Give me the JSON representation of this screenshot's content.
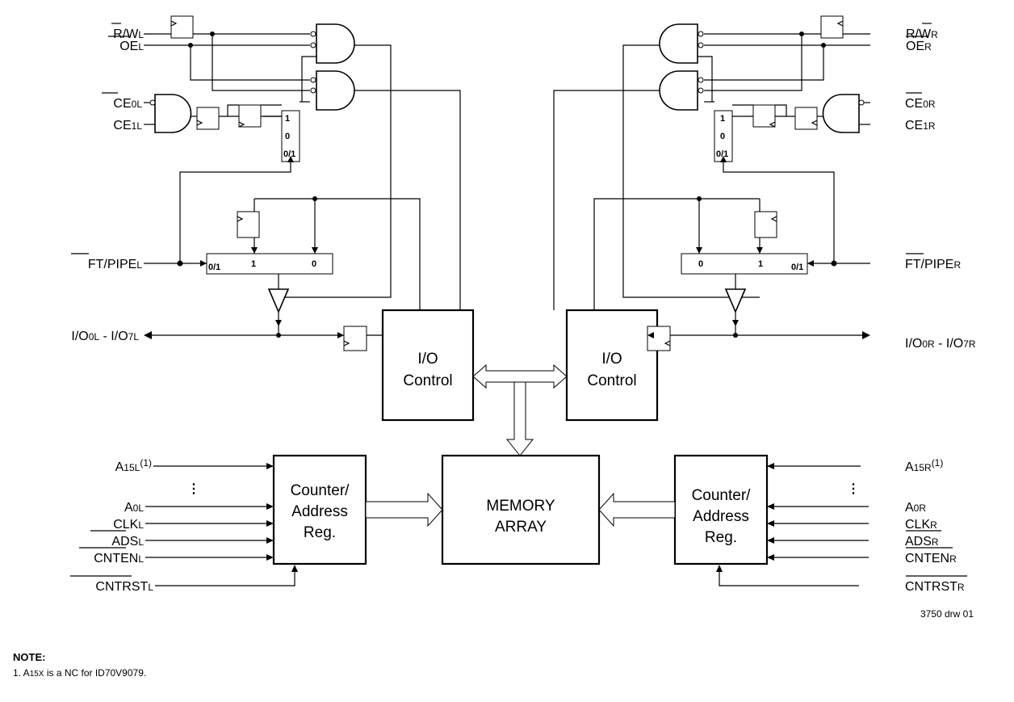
{
  "signals": {
    "rw_l": {
      "main": "R/W",
      "sub": "L"
    },
    "oe_l": {
      "main": "OE",
      "sub": "L"
    },
    "ce0_l": {
      "main": "CE",
      "sub": "0L"
    },
    "ce1_l": {
      "main": "CE",
      "sub": "1L"
    },
    "ft_l": {
      "main": "FT/PIPE",
      "sub": "L"
    },
    "io_l": {
      "a": "I/O",
      "a_sub": "0L",
      "b": " - I/O",
      "b_sub": "7L"
    },
    "a15_l": {
      "main": "A",
      "sub": "15L",
      "sup": "(1)"
    },
    "a0_l": {
      "main": "A",
      "sub": "0L"
    },
    "clk_l": {
      "main": "CLK",
      "sub": "L"
    },
    "ads_l": {
      "main": "ADS",
      "sub": "L"
    },
    "cnten_l": {
      "main": "CNTEN",
      "sub": "L"
    },
    "cntrst_l": {
      "main": "CNTRST",
      "sub": "L"
    },
    "rw_r": {
      "main": "R/W",
      "sub": "R"
    },
    "oe_r": {
      "main": "OE",
      "sub": "R"
    },
    "ce0_r": {
      "main": "CE",
      "sub": "0R"
    },
    "ce1_r": {
      "main": "CE",
      "sub": "1R"
    },
    "ft_r": {
      "main": "FT/PIPE",
      "sub": "R"
    },
    "io_r": {
      "a": "I/O",
      "a_sub": "0R",
      "b": " - I/O",
      "b_sub": "7R"
    },
    "a15_r": {
      "main": "A",
      "sub": "15R",
      "sup": "(1)"
    },
    "a0_r": {
      "main": "A",
      "sub": "0R"
    },
    "clk_r": {
      "main": "CLK",
      "sub": "R"
    },
    "ads_r": {
      "main": "ADS",
      "sub": "R"
    },
    "cnten_r": {
      "main": "CNTEN",
      "sub": "R"
    },
    "cntrst_r": {
      "main": "CNTRST",
      "sub": "R"
    }
  },
  "blocks": {
    "io_left": [
      "I/O",
      "Control"
    ],
    "io_right": [
      "I/O",
      "Control"
    ],
    "counter_left": [
      "Counter/",
      "Address",
      "Reg."
    ],
    "counter_right": [
      "Counter/",
      "Address",
      "Reg."
    ],
    "memory": [
      "MEMORY",
      "ARRAY"
    ]
  },
  "mux_labels": {
    "one": "1",
    "zero": "0",
    "zero_one": "0/1"
  },
  "ellipsis": "⋮",
  "drawing_id": "3750 drw 01",
  "note": {
    "heading": "NOTE:",
    "prefix": "1.  A",
    "sub": "15X",
    "text": " is a NC for ID70V9079."
  }
}
